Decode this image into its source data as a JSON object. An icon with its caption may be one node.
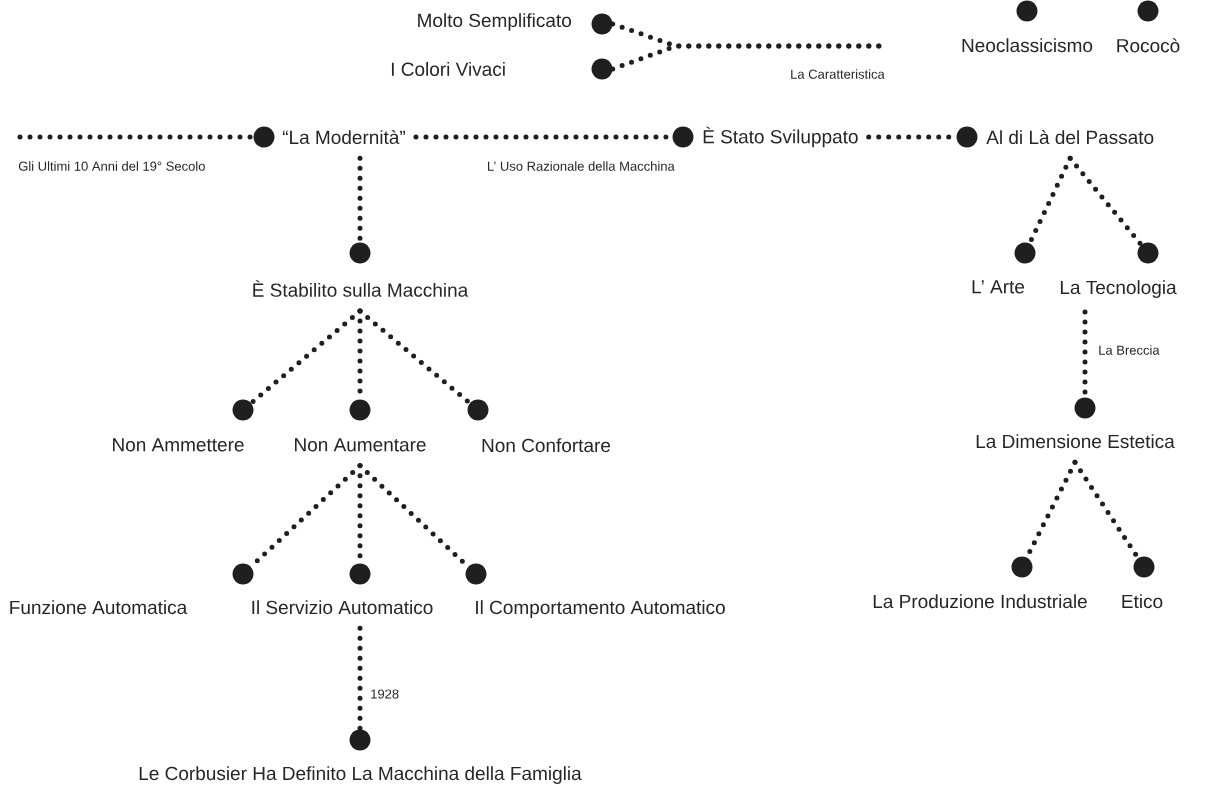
{
  "diagram": {
    "nodes": [
      {
        "text": [
          "Molto Semplificato"
        ]
      },
      {
        "text": [
          "I Colori Vivaci"
        ]
      },
      {
        "text": [
          "Neoclassicismo"
        ]
      },
      {
        "text": [
          "Rococò"
        ]
      },
      {
        "text": [
          "“La Modernità”"
        ]
      },
      {
        "text": [
          "È Stato Sviluppato"
        ]
      },
      {
        "text": [
          "Al di Là del Passato"
        ]
      },
      {
        "text": [
          "È Stabilito sulla Macchina"
        ]
      },
      {
        "text": [
          "Non Ammettere"
        ]
      },
      {
        "text": [
          "Non Aumentare"
        ]
      },
      {
        "text": [
          "Non Confortare"
        ]
      },
      {
        "text": [
          "Funzione Automatica"
        ]
      },
      {
        "text": [
          "Il Servizio Automatico"
        ]
      },
      {
        "text": [
          "Il Comportamento Automatico"
        ]
      },
      {
        "text": [
          "Le Corbusier Ha Definito La Macchina della Famiglia"
        ]
      },
      {
        "text": [
          "L’ Arte"
        ]
      },
      {
        "text": [
          "La Tecnologia"
        ]
      },
      {
        "text": [
          "La Dimensione Estetica"
        ]
      },
      {
        "text": [
          "La Produzione Industriale"
        ]
      },
      {
        "text": [
          "Etico"
        ]
      }
    ],
    "edges": [
      {
        "from": 0,
        "to": null,
        "arrow": "none",
        "label": "La Caratteristica"
      },
      {
        "from": 1,
        "to": null,
        "arrow": "none"
      },
      {
        "from": null,
        "to": 4,
        "arrow": "none",
        "label": "Gli Ultimi 10 Anni del 19° Secolo"
      },
      {
        "from": 4,
        "to": 5,
        "arrow": "none",
        "label": "L’ Uso Razionale della Macchina"
      },
      {
        "from": 5,
        "to": 6,
        "arrow": "none"
      },
      {
        "from": 4,
        "to": 7,
        "arrow": "none"
      },
      {
        "from": 6,
        "to": 15,
        "arrow": "none"
      },
      {
        "from": 6,
        "to": 16,
        "arrow": "none"
      },
      {
        "from": 16,
        "to": 17,
        "arrow": "none",
        "label": "La Breccia"
      },
      {
        "from": 17,
        "to": 18,
        "arrow": "none"
      },
      {
        "from": 17,
        "to": 19,
        "arrow": "none"
      },
      {
        "from": 7,
        "to": 8,
        "arrow": "none"
      },
      {
        "from": 7,
        "to": 9,
        "arrow": "none"
      },
      {
        "from": 7,
        "to": 10,
        "arrow": "none"
      },
      {
        "from": 9,
        "to": 11,
        "arrow": "none"
      },
      {
        "from": 9,
        "to": 12,
        "arrow": "none"
      },
      {
        "from": 9,
        "to": 13,
        "arrow": "none"
      },
      {
        "from": 12,
        "to": 14,
        "arrow": "none",
        "label": "1928"
      }
    ]
  }
}
